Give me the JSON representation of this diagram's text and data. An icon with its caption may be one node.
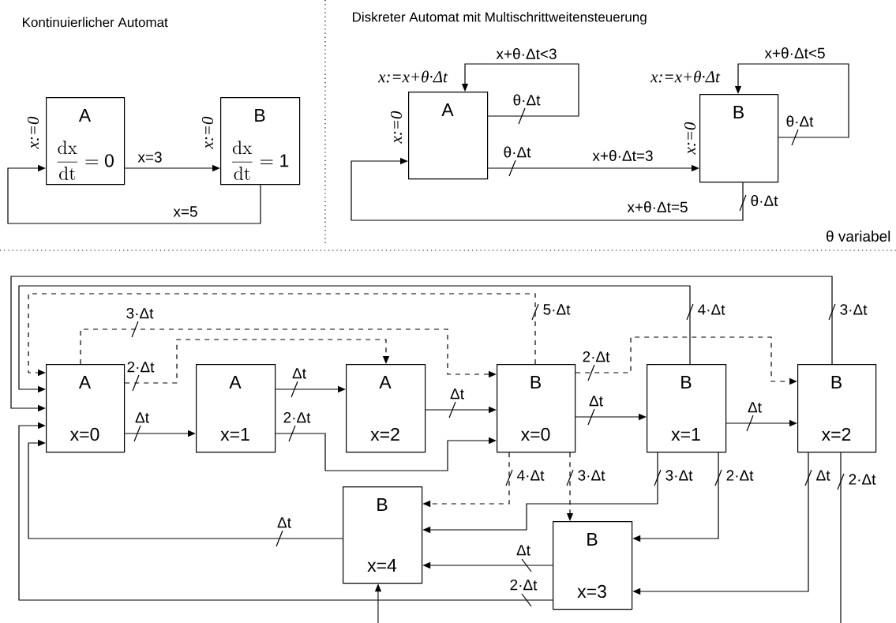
{
  "diagram": {
    "nodes": [
      {
        "text": [
          "A",
          "\\frac{\\mathrm{dx}}{\\mathrm{dt}} = 0"
        ],
        "beside": [
          "x:=0"
        ]
      },
      {
        "text": [
          "B",
          "\\frac{\\mathrm{dx}}{\\mathrm{dt}} = 1"
        ],
        "beside": [
          "x:=0"
        ]
      },
      {
        "text": [
          "A"
        ],
        "beside": [
          "x:=0",
          "x:=x+θ·Δt"
        ]
      },
      {
        "text": [
          "B"
        ],
        "beside": [
          "x:=0",
          "x:=x+θ·Δt"
        ]
      },
      {
        "text": [
          "A",
          "x=0"
        ]
      },
      {
        "text": [
          "A",
          "x=1"
        ]
      },
      {
        "text": [
          "A",
          "x=2"
        ]
      },
      {
        "text": [
          "B",
          "x=0"
        ]
      },
      {
        "text": [
          "B",
          "x=1"
        ]
      },
      {
        "text": [
          "B",
          "x=2"
        ]
      },
      {
        "text": [
          "B",
          "x=4"
        ]
      },
      {
        "text": [
          "B",
          "x=3"
        ]
      }
    ],
    "edges": [
      {
        "from": 0,
        "to": 1,
        "arrow": "to",
        "label": "x=3"
      },
      {
        "from": 1,
        "to": 0,
        "arrow": "to",
        "label": "x=5"
      },
      {
        "from": 2,
        "to": 2,
        "arrow": "to",
        "label": "x+θ·Δt<3"
      },
      {
        "from": 2,
        "to": 3,
        "arrow": "to",
        "label": "x+θ·Δt=3"
      },
      {
        "from": 3,
        "to": 3,
        "arrow": "to",
        "label": "x+θ·Δt<5"
      },
      {
        "from": 3,
        "to": 2,
        "arrow": "to",
        "label": "x+θ·Δt=5"
      },
      {
        "from": 4,
        "to": 5,
        "arrow": "to",
        "label": "Δt"
      },
      {
        "from": 4,
        "to": 6,
        "arrow": "to",
        "label": "2·Δt",
        "style": "dashed"
      },
      {
        "from": 4,
        "to": 7,
        "arrow": "to",
        "label": "3·Δt",
        "style": "dashed"
      },
      {
        "from": 5,
        "to": 6,
        "arrow": "to",
        "label": "Δt"
      },
      {
        "from": 5,
        "to": 7,
        "arrow": "to",
        "label": "2·Δt"
      },
      {
        "from": 6,
        "to": 7,
        "arrow": "to",
        "label": "Δt"
      },
      {
        "from": 7,
        "to": 4,
        "arrow": "to",
        "label": "5·Δt",
        "style": "dashed"
      },
      {
        "from": 7,
        "to": 9,
        "arrow": "to",
        "label": "2·Δt",
        "style": "dashed"
      },
      {
        "from": 7,
        "to": 8,
        "arrow": "to",
        "label": "Δt"
      },
      {
        "from": 7,
        "to": 10,
        "arrow": "to",
        "label": "4·Δt",
        "style": "dashed"
      },
      {
        "from": 7,
        "to": 11,
        "arrow": "to",
        "label": "3·Δt",
        "style": "dashed"
      },
      {
        "from": 8,
        "to": 4,
        "arrow": "to",
        "label": "4·Δt"
      },
      {
        "from": 8,
        "to": 9,
        "arrow": "to",
        "label": "Δt"
      },
      {
        "from": 8,
        "to": 10,
        "arrow": "to",
        "label": "3·Δt"
      },
      {
        "from": 8,
        "to": 11,
        "arrow": "to",
        "label": "2·Δt"
      },
      {
        "from": 9,
        "to": 4,
        "arrow": "to",
        "label": "3·Δt"
      },
      {
        "from": 9,
        "to": 11,
        "arrow": "to",
        "label": "Δt"
      },
      {
        "from": 9,
        "to": null,
        "arrow": "none",
        "label": "2·Δt"
      },
      {
        "from": null,
        "to": 10,
        "arrow": "to"
      },
      {
        "from": 10,
        "to": 4,
        "arrow": "to",
        "label": "Δt"
      },
      {
        "from": 11,
        "to": 10,
        "arrow": "to",
        "label": "Δt"
      },
      {
        "from": 11,
        "to": 4,
        "arrow": "to",
        "label": "2·Δt"
      }
    ],
    "labels": [
      "Kontinuierlicher Automat",
      "Diskreter Automat mit Multischrittweitensteuerung",
      "θ·Δt",
      "θ·Δt",
      "θ·Δt",
      "θ·Δt",
      "θ variabel"
    ]
  }
}
